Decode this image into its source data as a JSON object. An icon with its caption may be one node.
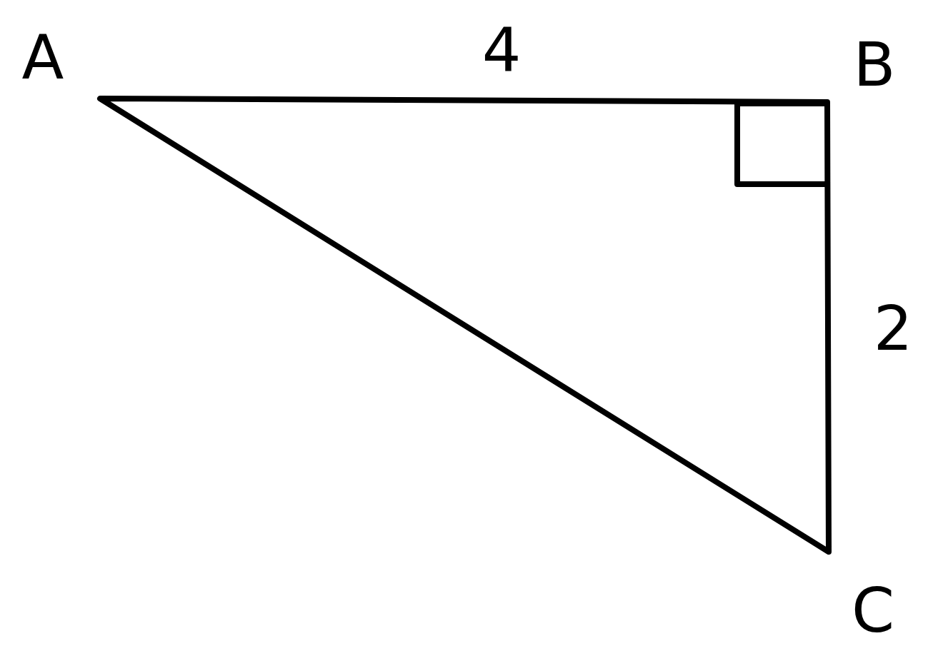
{
  "diagram": {
    "labels": [
      "A",
      "4",
      "B",
      "2",
      "C"
    ]
  }
}
